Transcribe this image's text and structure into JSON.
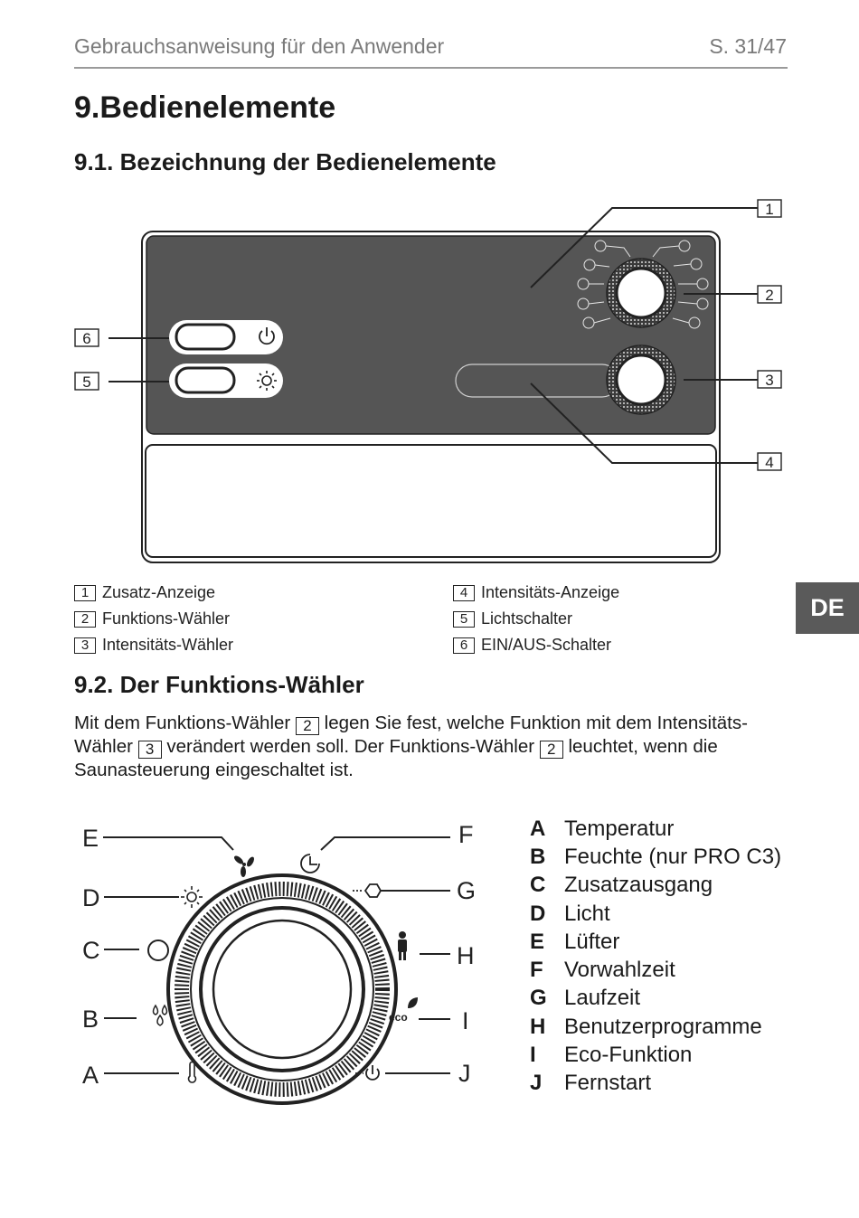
{
  "header": {
    "title": "Gebrauchsanweisung für den Anwender",
    "page": "S. 31/47"
  },
  "section": {
    "number": "9.",
    "title": "Bedienelemente"
  },
  "sub1": {
    "title": "9.1. Bezeichnung der Bedienelemente"
  },
  "callouts": [
    "1",
    "2",
    "3",
    "4",
    "5",
    "6"
  ],
  "legend": [
    {
      "num": "1",
      "label": "Zusatz-Anzeige"
    },
    {
      "num": "2",
      "label": "Funktions-Wähler"
    },
    {
      "num": "3",
      "label": "Intensitäts-Wähler"
    },
    {
      "num": "4",
      "label": "Intensitäts-Anzeige"
    },
    {
      "num": "5",
      "label": "Lichtschalter"
    },
    {
      "num": "6",
      "label": "EIN/AUS-Schalter"
    }
  ],
  "side_tab": "DE",
  "sub2": {
    "title": "9.2. Der Funktions-Wähler"
  },
  "paragraph": {
    "p1": "Mit dem Funktions-Wähler",
    "b1": "2",
    "p2": " legen Sie fest, welche Funktion mit dem Intensitäts-Wähler ",
    "b2": "3",
    "p3": " verändert werden soll. Der Funktions-Wähler ",
    "b3": "2",
    "p4": " leuchtet, wenn die Saunasteuerung eingeschaltet ist."
  },
  "eco_label": "eco",
  "functions": [
    {
      "key": "A",
      "label": "Temperatur"
    },
    {
      "key": "B",
      "label": "Feuchte (nur PRO C3)"
    },
    {
      "key": "C",
      "label": "Zusatzausgang"
    },
    {
      "key": "D",
      "label": "Licht"
    },
    {
      "key": "E",
      "label": "Lüfter"
    },
    {
      "key": "F",
      "label": "Vorwahlzeit"
    },
    {
      "key": "G",
      "label": "Laufzeit"
    },
    {
      "key": "H",
      "label": "Benutzerprogramme"
    },
    {
      "key": "I",
      "label": "Eco-Funktion"
    },
    {
      "key": "J",
      "label": "Fernstart"
    }
  ]
}
